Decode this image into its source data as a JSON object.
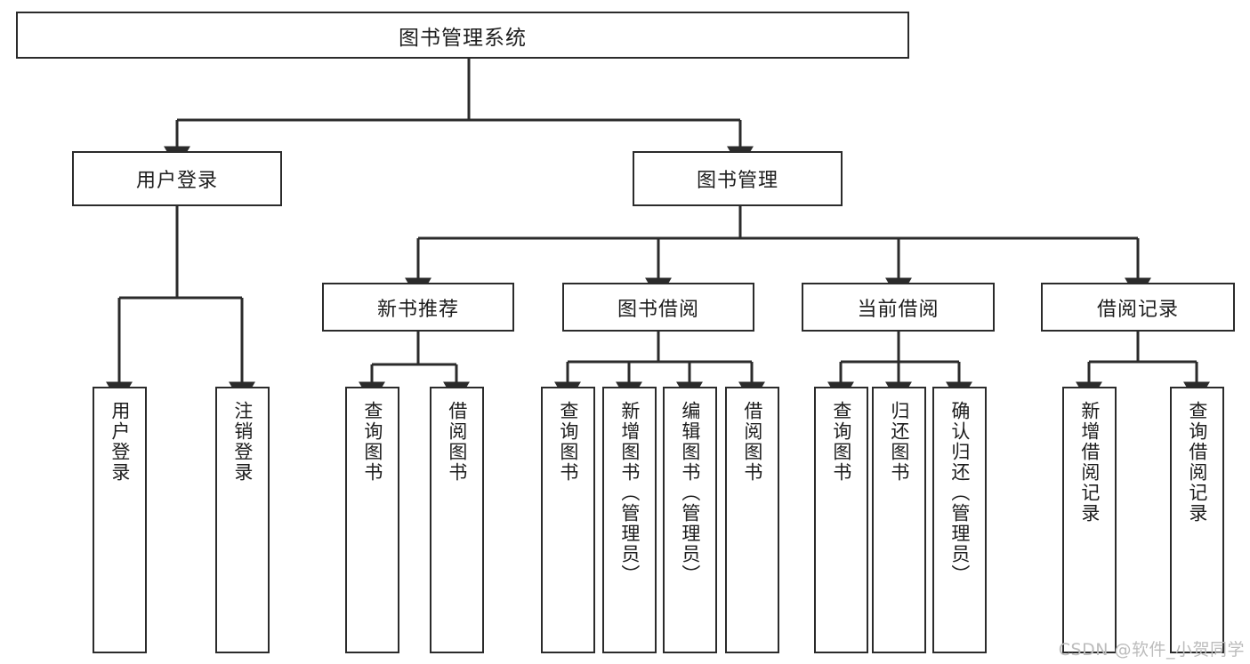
{
  "diagram": {
    "title": "图书管理系统",
    "type": "tree-hierarchy-chart",
    "root": {
      "label": "图书管理系统"
    },
    "level2": [
      {
        "label": "用户登录"
      },
      {
        "label": "图书管理"
      }
    ],
    "level3": [
      {
        "label": "新书推荐"
      },
      {
        "label": "图书借阅"
      },
      {
        "label": "当前借阅"
      },
      {
        "label": "借阅记录"
      }
    ],
    "leaves": [
      {
        "label": "用户登录"
      },
      {
        "label": "注销登录"
      },
      {
        "label": "查询图书"
      },
      {
        "label": "借阅图书"
      },
      {
        "label": "查询图书"
      },
      {
        "label": "新增图书（管理员）"
      },
      {
        "label": "编辑图书（管理员）"
      },
      {
        "label": "借阅图书"
      },
      {
        "label": "查询图书"
      },
      {
        "label": "归还图书"
      },
      {
        "label": "确认归还（管理员）"
      },
      {
        "label": "新增借阅记录"
      },
      {
        "label": "查询借阅记录"
      }
    ],
    "watermark": "CSDN @软件_小贺同学",
    "colors": {
      "stroke": "#2b2b2b",
      "fill": "#ffffff",
      "text": "#1d1d1d",
      "watermark": "#bcbcbc"
    }
  }
}
